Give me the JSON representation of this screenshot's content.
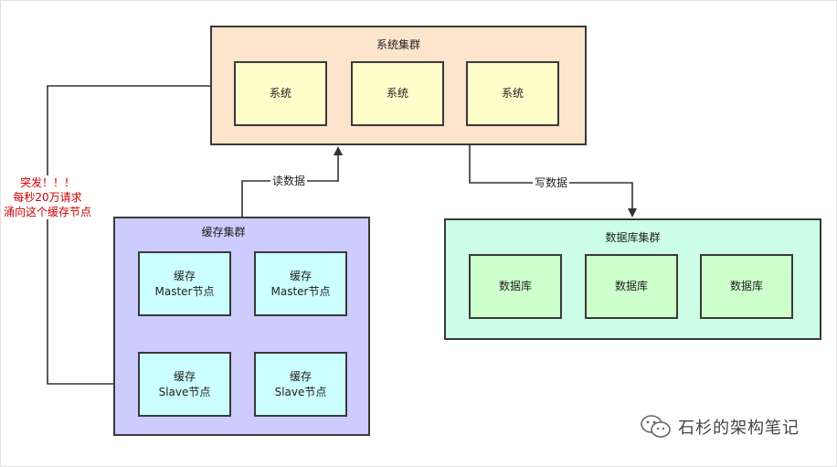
{
  "system_cluster": {
    "title": "系统集群",
    "nodes": [
      "系统",
      "系统",
      "系统"
    ]
  },
  "cache_cluster": {
    "title": "缓存集群",
    "masters": [
      {
        "line1": "缓存",
        "line2": "Master节点"
      },
      {
        "line1": "缓存",
        "line2": "Master节点"
      }
    ],
    "slaves": [
      {
        "line1": "缓存",
        "line2": "Slave节点"
      },
      {
        "line1": "缓存",
        "line2": "Slave节点"
      }
    ]
  },
  "db_cluster": {
    "title": "数据库集群",
    "nodes": [
      "数据库",
      "数据库",
      "数据库"
    ]
  },
  "edges": {
    "read_label": "读数据",
    "write_label": "写数据"
  },
  "burst_note": {
    "line1": "突发！！！",
    "line2": "每秒20万请求",
    "line3": "涌向这个缓存节点"
  },
  "watermark": {
    "icon": "wechat-icon",
    "text": "石杉的架构笔记"
  },
  "colors": {
    "system_cluster_bg": "#fde4cd",
    "system_node_bg": "#ffffcc",
    "cache_cluster_bg": "#ccccff",
    "cache_node_bg": "#ccffff",
    "db_cluster_bg": "#ccffe5",
    "db_node_bg": "#ccffcc",
    "note_text": "#cc0000"
  }
}
